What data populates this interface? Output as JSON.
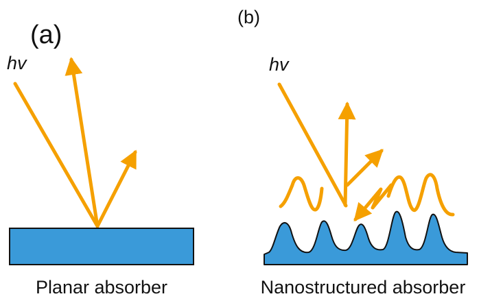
{
  "panels": [
    {
      "id": "a",
      "panel_label": "(a)",
      "photon_label": "hv",
      "caption": "Planar absorber"
    },
    {
      "id": "b",
      "panel_label": "(b)",
      "photon_label": "hv",
      "caption": "Nanostructured absorber"
    }
  ],
  "colors": {
    "ray": "#F5A000",
    "absorber": "#3A9AD9",
    "outline": "#111111",
    "text": "#111111"
  }
}
